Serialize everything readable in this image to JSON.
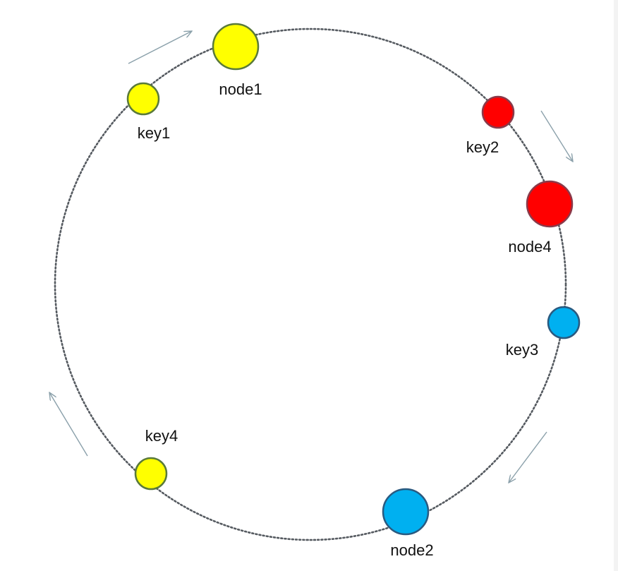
{
  "diagram": {
    "nodes": [
      {
        "id": "node1",
        "label": "node1",
        "kind": "node",
        "color": "#ffff00",
        "stroke": "#5a7a3a"
      },
      {
        "id": "node4",
        "label": "node4",
        "kind": "node",
        "color": "#ff0000",
        "stroke": "#8a3a4a"
      },
      {
        "id": "node2",
        "label": "node2",
        "kind": "node",
        "color": "#00b0f0",
        "stroke": "#2a5a80"
      }
    ],
    "keys": [
      {
        "id": "key1",
        "label": "key1",
        "kind": "key",
        "color": "#ffff00",
        "stroke": "#5a7a3a"
      },
      {
        "id": "key2",
        "label": "key2",
        "kind": "key",
        "color": "#ff0000",
        "stroke": "#8a3a4a"
      },
      {
        "id": "key3",
        "label": "key3",
        "kind": "key",
        "color": "#00b0f0",
        "stroke": "#2a5a80"
      },
      {
        "id": "key4",
        "label": "key4",
        "kind": "key",
        "color": "#ffff00",
        "stroke": "#5a7a3a"
      }
    ],
    "ring_color": "#555a60",
    "arrow_color": "#8aa0aa",
    "direction": "clockwise"
  }
}
